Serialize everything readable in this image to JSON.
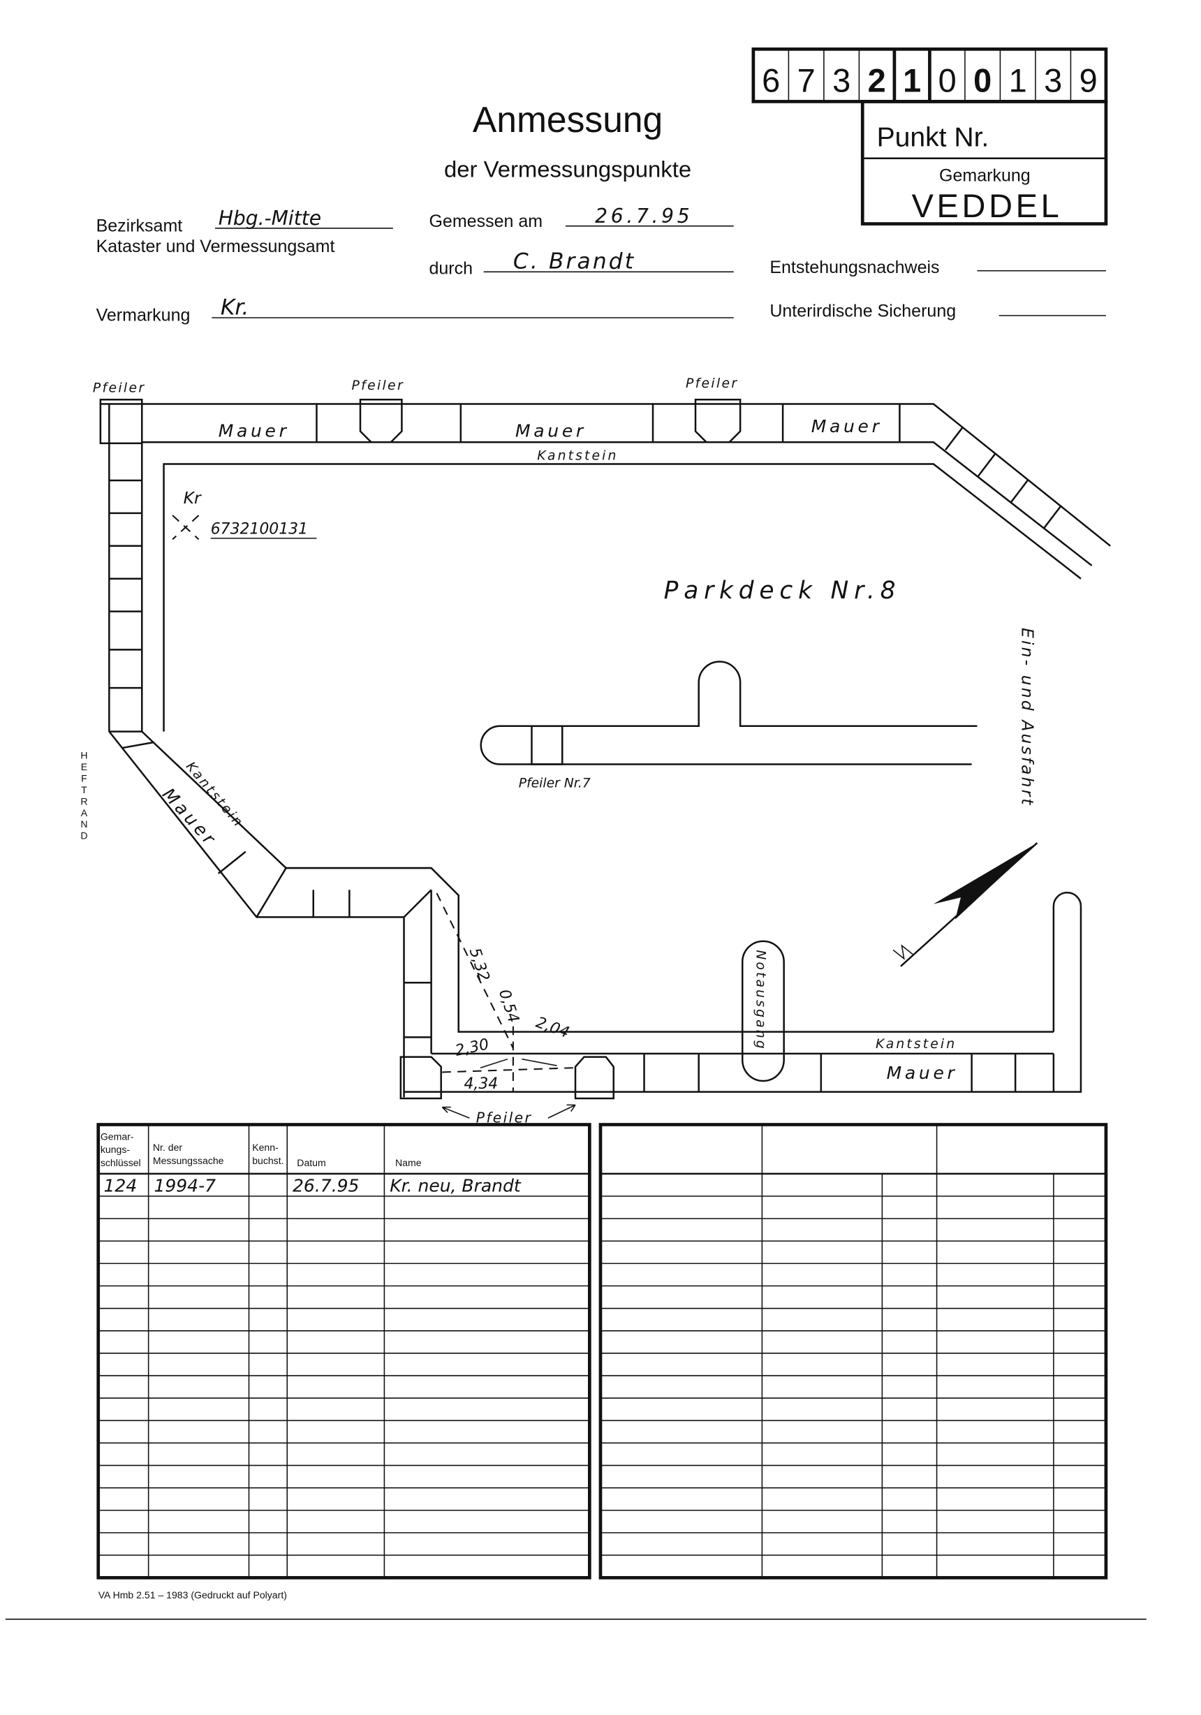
{
  "header": {
    "point_number_digits": [
      "6",
      "7",
      "3",
      "2",
      "1",
      "0",
      "0",
      "1",
      "3",
      "9"
    ],
    "punkt_label": "Punkt Nr.",
    "gemarkung_label": "Gemarkung",
    "gemarkung_value": "VEDDEL",
    "title": "Anmessung",
    "subtitle": "der Vermessungspunkte"
  },
  "form": {
    "bezirksamt_label": "Bezirksamt",
    "bezirksamt_value": "Hbg.-Mitte",
    "kataster_label": "Kataster und Vermessungsamt",
    "gemessen_label": "Gemessen am",
    "gemessen_value": "26.7.95",
    "durch_label": "durch",
    "durch_value": "C. Brandt",
    "vermarkung_label": "Vermarkung",
    "vermarkung_value": "Kr.",
    "entstehung_label": "Entstehungsnachweis",
    "unterirdisch_label": "Unterirdische Sicherung"
  },
  "sketch": {
    "pfeiler": "Pfeiler",
    "mauer": "Mauer",
    "kantstein": "Kantstein",
    "kr_label": "Kr",
    "kr_number": "6732100131",
    "parkdeck": "Parkdeck Nr.8",
    "einfahrt": "Ein- und Ausfahrt",
    "pfeiler_nr7": "Pfeiler Nr.7",
    "notausgang": "Notausgang",
    "margin_label": "HEFTRAND",
    "measurements": {
      "m1": "5,32",
      "m2": "0,54",
      "m3": "2,04",
      "m4": "2,30",
      "m5": "4,34"
    }
  },
  "table": {
    "headers": [
      "Gemar-kungs-schlüssel",
      "Nr. der Messungssache",
      "Kenn-buchst.",
      "Datum",
      "Name"
    ],
    "rows": [
      [
        "124",
        "1994-7",
        "",
        "26.7.95",
        "Kr. neu, Brandt"
      ]
    ]
  },
  "footer": "VA Hmb 2.51 – 1983 (Gedruckt auf Polyart)"
}
